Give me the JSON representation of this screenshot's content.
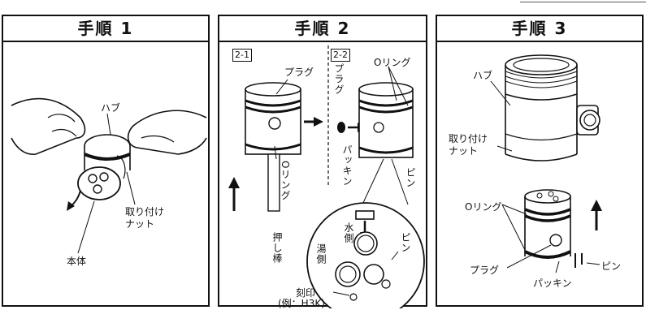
{
  "panels": [
    {
      "title": "手順 1",
      "labels": {
        "hub": "ハブ",
        "nut": "取り付け\nナット",
        "body": "本体"
      }
    },
    {
      "title": "手順 2",
      "labels": {
        "step21": "2-1",
        "step22": "2-2",
        "plug": "プラグ",
        "plug_vertical": "プラグ",
        "oring_right": "Oリング",
        "oring_vertical": "Oリング",
        "packing": "パッキン",
        "pin": "ピン",
        "push_rod": "押し棒",
        "water_side": "水側",
        "hot_side": "湯側",
        "pin2": "ピン",
        "stamp": "刻印",
        "stamp_example": "(例：H3K)"
      }
    },
    {
      "title": "手順 3",
      "labels": {
        "hub": "ハブ",
        "nut": "取り付け\nナット",
        "oring": "Oリング",
        "plug": "プラグ",
        "pin": "ピン",
        "packing": "パッキン"
      }
    }
  ]
}
